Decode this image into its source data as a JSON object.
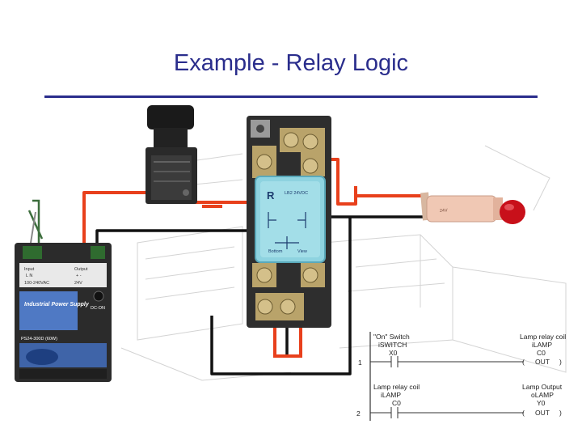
{
  "title": "Example - Relay Logic",
  "ladder": {
    "rungs": [
      {
        "number": "1",
        "contact": {
          "line1": "\"On\" Switch",
          "line2": "iSWITCH",
          "line3": "X0"
        },
        "coil": {
          "line1": "Lamp relay coil",
          "line2": "iLAMP",
          "line3": "C0",
          "output": "OUT"
        }
      },
      {
        "number": "2",
        "contact": {
          "line1": "Lamp relay coil",
          "line2": "iLAMP",
          "line3": "C0"
        },
        "coil": {
          "line1": "Lamp Output",
          "line2": "oLAMP",
          "line3": "Y0",
          "output": "OUT"
        }
      }
    ]
  },
  "hardware": {
    "power_supply": {
      "input_label": "Input",
      "input_terminals": "L N",
      "input_rating": "100-240VAC",
      "output_label": "Output",
      "output_terminals": "+ -",
      "output_rating": "24V",
      "dc_on": "DC-ON",
      "brand": "Industrial Power Supply",
      "model": "PS24-300D (60W)"
    },
    "relay": {
      "label": "LB2 24VDC",
      "bottom_label": "Bottom",
      "view_label": "View"
    },
    "lamp": {
      "label": "24V"
    }
  },
  "colors": {
    "title": "#2a2d8c",
    "red_wire": "#e8401c",
    "black_wire": "#111111",
    "relay_cover": "#8ed3e0",
    "psu_body": "#4f79c4",
    "lamp_lens": "#c8101a"
  }
}
